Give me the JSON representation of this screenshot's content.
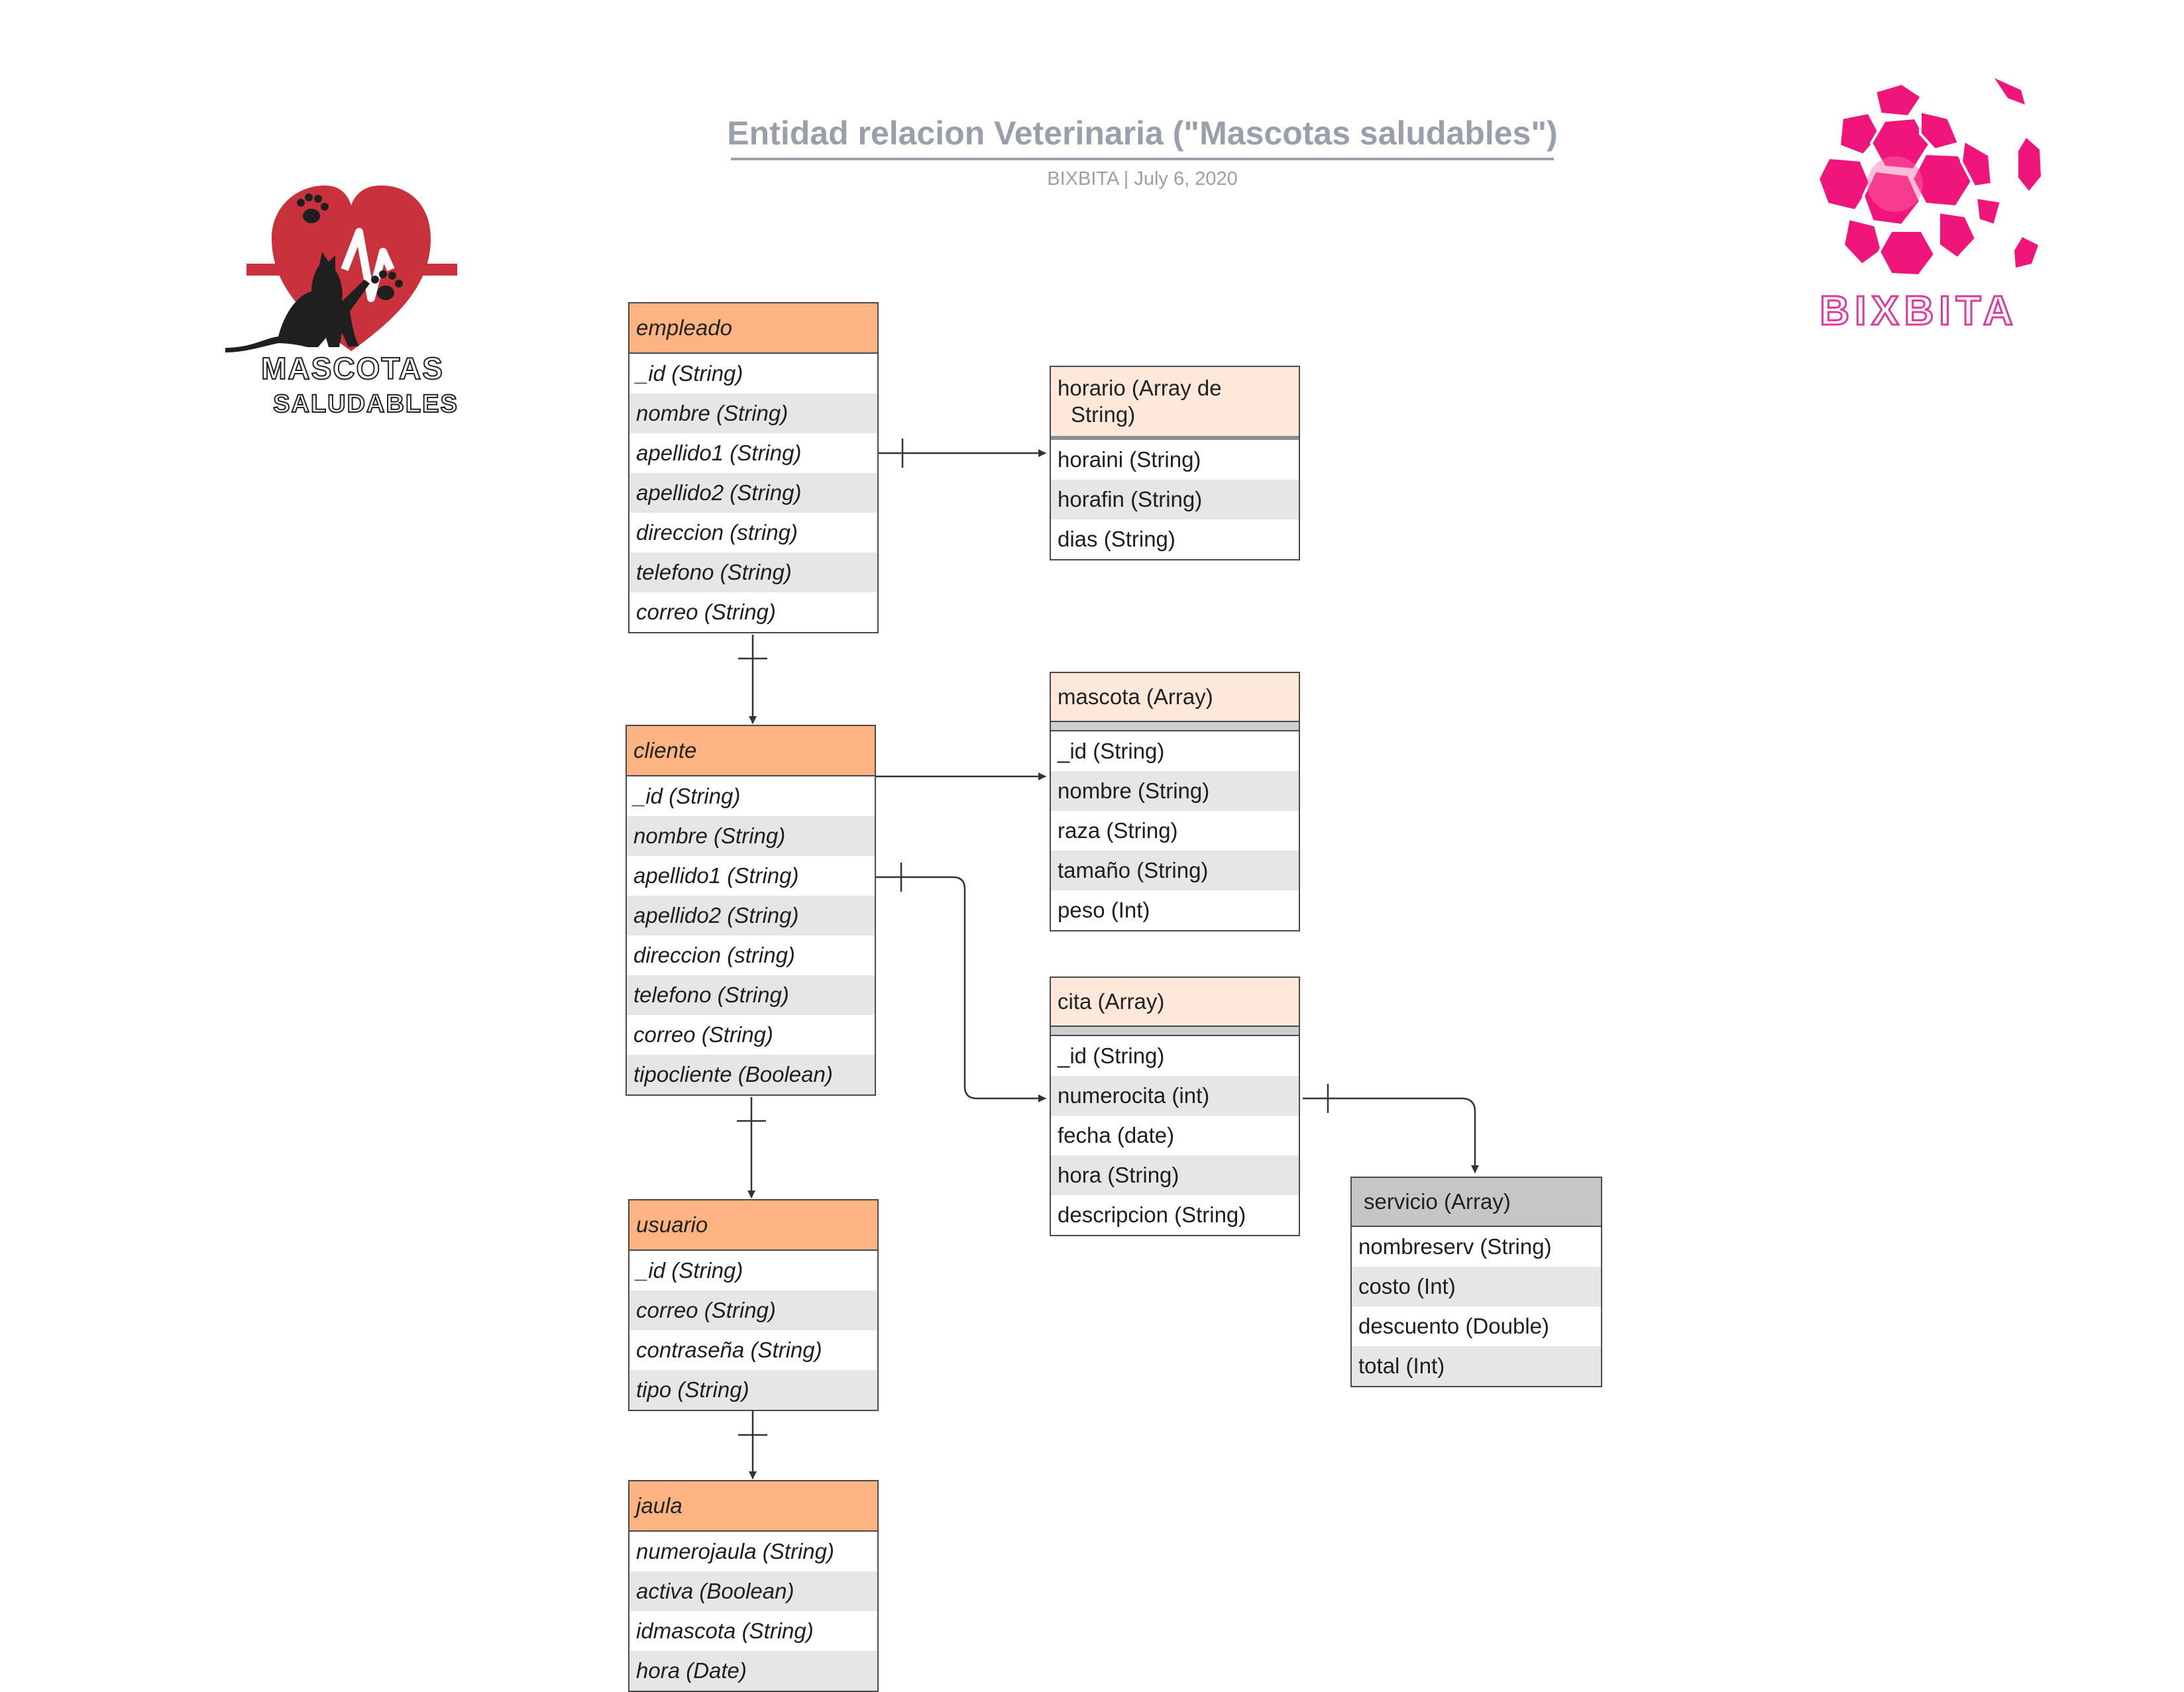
{
  "header": {
    "title": "Entidad relacion Veterinaria (\"Mascotas saludables\")",
    "subtitle": "BIXBITA  |  July 6, 2020"
  },
  "logos": {
    "left": {
      "line1": "MASCOTAS",
      "line2": "SALUDABLES"
    },
    "right": {
      "word": "BIXBITA"
    }
  },
  "colors": {
    "main_header": "#fdb482",
    "embedded_header": "#fee8da",
    "service_header": "#c6c6c6",
    "heart": "#c9323c",
    "bixbita": "#f0157a"
  },
  "entities": {
    "empleado": {
      "title": "empleado",
      "fields": [
        "_id (String)",
        "nombre (String)",
        "apellido1 (String)",
        "apellido2 (String)",
        "direccion (string)",
        "telefono (String)",
        "correo (String)"
      ]
    },
    "cliente": {
      "title": "cliente",
      "fields": [
        "_id (String)",
        "nombre (String)",
        "apellido1 (String)",
        "apellido2 (String)",
        "direccion (string)",
        "telefono (String)",
        "correo (String)",
        "tipocliente (Boolean)"
      ]
    },
    "usuario": {
      "title": "usuario",
      "fields": [
        "_id (String)",
        "correo (String)",
        "contraseña (String)",
        "tipo (String)"
      ]
    },
    "jaula": {
      "title": "jaula",
      "fields": [
        "numerojaula (String)",
        "activa (Boolean)",
        "idmascota (String)",
        "hora (Date)"
      ]
    },
    "horario": {
      "title_line1": "horario (Array de",
      "title_line2": "String)",
      "fields": [
        "horaini (String)",
        "horafin (String)",
        "dias (String)"
      ]
    },
    "mascota": {
      "title": "mascota (Array)",
      "fields": [
        "_id (String)",
        "nombre (String)",
        "raza (String)",
        "tamaño (String)",
        "peso (Int)"
      ]
    },
    "cita": {
      "title": "cita (Array)",
      "fields": [
        "_id (String)",
        "numerocita (int)",
        "fecha (date)",
        "hora (String)",
        "descripcion (String)"
      ]
    },
    "servicio": {
      "title": "servicio (Array)",
      "fields": [
        "nombreserv (String)",
        "costo (Int)",
        "descuento (Double)",
        "total (Int)"
      ]
    }
  },
  "relations": [
    {
      "from": "empleado",
      "to": "horario"
    },
    {
      "from": "empleado",
      "to": "cliente"
    },
    {
      "from": "cliente",
      "to": "mascota"
    },
    {
      "from": "cliente",
      "to": "cita"
    },
    {
      "from": "cliente",
      "to": "usuario"
    },
    {
      "from": "usuario",
      "to": "jaula"
    },
    {
      "from": "cita",
      "to": "servicio"
    }
  ]
}
